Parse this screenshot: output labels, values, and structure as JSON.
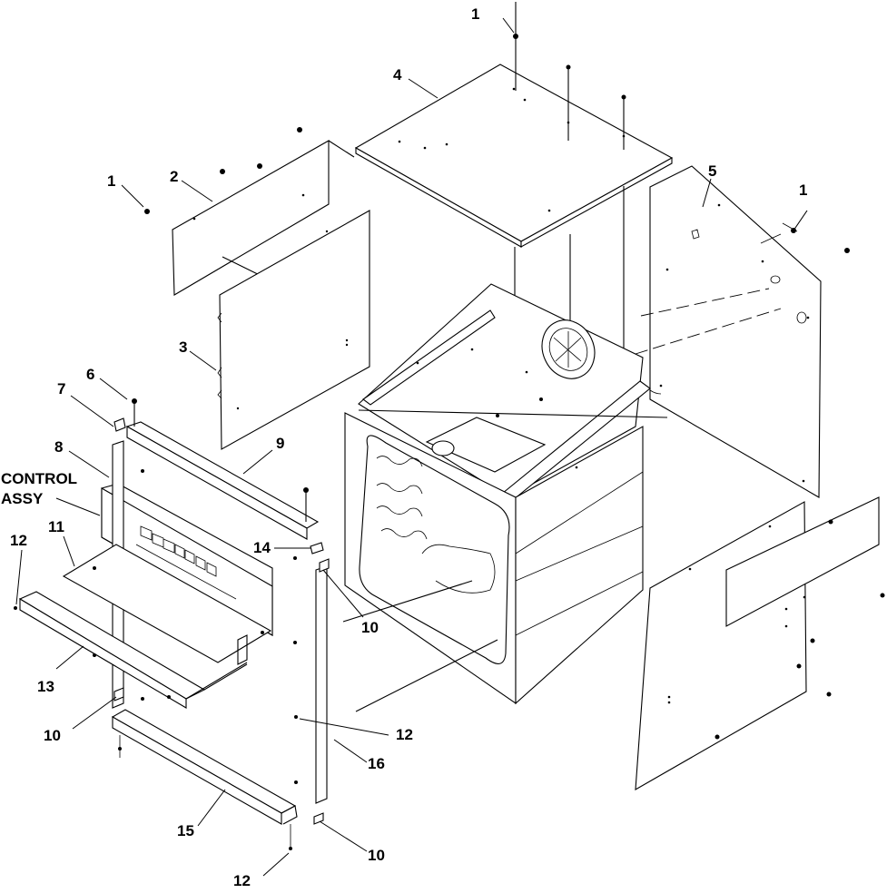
{
  "diagram": {
    "callouts": [
      {
        "id": "c1a",
        "text": "1"
      },
      {
        "id": "c4",
        "text": "4"
      },
      {
        "id": "c1b",
        "text": "1"
      },
      {
        "id": "c2",
        "text": "2"
      },
      {
        "id": "c5",
        "text": "5"
      },
      {
        "id": "c1c",
        "text": "1"
      },
      {
        "id": "c3",
        "text": "3"
      },
      {
        "id": "c6",
        "text": "6"
      },
      {
        "id": "c7",
        "text": "7"
      },
      {
        "id": "c9",
        "text": "9"
      },
      {
        "id": "c8",
        "text": "8"
      },
      {
        "id": "ctrl1",
        "text": "CONTROL"
      },
      {
        "id": "ctrl2",
        "text": "ASSY"
      },
      {
        "id": "c12a",
        "text": "12"
      },
      {
        "id": "c11",
        "text": "11"
      },
      {
        "id": "c14",
        "text": "14"
      },
      {
        "id": "c10a",
        "text": "10"
      },
      {
        "id": "c13",
        "text": "13"
      },
      {
        "id": "c10b",
        "text": "10"
      },
      {
        "id": "c12b",
        "text": "12"
      },
      {
        "id": "c16",
        "text": "16"
      },
      {
        "id": "c15",
        "text": "15"
      },
      {
        "id": "c10c",
        "text": "10"
      },
      {
        "id": "c12c",
        "text": "12"
      }
    ]
  }
}
